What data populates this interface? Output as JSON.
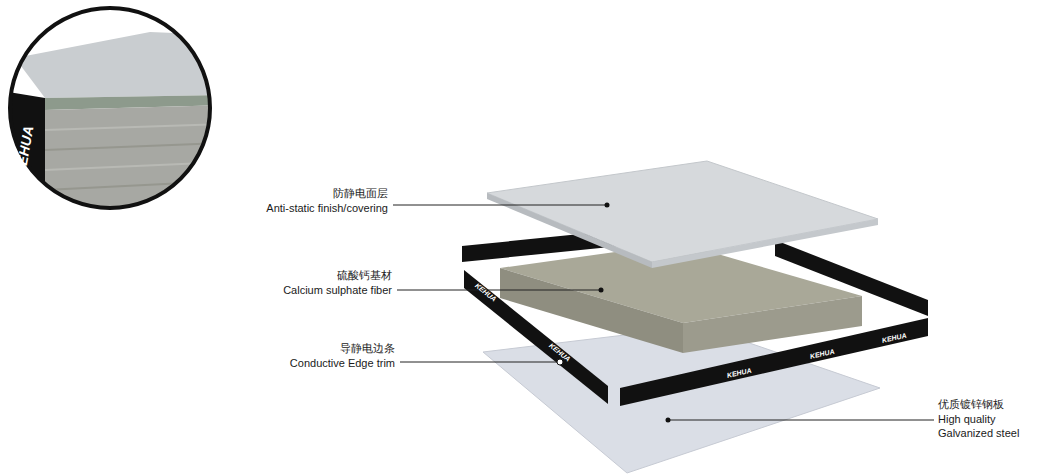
{
  "diagram": {
    "labels": [
      "防静电面层",
      "Anti-static finish/covering",
      "硫酸钙基材",
      "Calcium sulphate fiber",
      "导静电边条",
      "Conductive Edge trim",
      "优质镀锌钢板",
      "High quality Galvanized steel",
      "KEHUA",
      "KEHUA",
      "KEHUA",
      "KEHUA",
      "KEHUA",
      "KEHUA"
    ]
  }
}
